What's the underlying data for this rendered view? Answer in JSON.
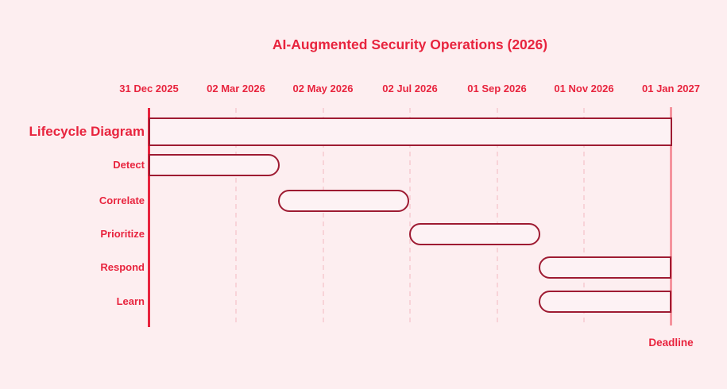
{
  "colors": {
    "background": "#fdeef0",
    "text": "#e8243e",
    "bar_border": "#9e1b32",
    "bar_fill": "#fdf2f4",
    "axis_line": "#e8243e",
    "deadline_line": "#f5939d",
    "gridline": "#f8d3d8"
  },
  "chart_data": {
    "type": "gantt",
    "title": "AI-Augmented Security Operations (2026)",
    "axis": {
      "start": "2025-12-31",
      "end": "2027-01-01",
      "ticks": [
        {
          "label": "31 Dec 2025",
          "date": "2025-12-31",
          "grid": false
        },
        {
          "label": "02 Mar 2026",
          "date": "2026-03-02",
          "grid": true
        },
        {
          "label": "02 May 2026",
          "date": "2026-05-02",
          "grid": true
        },
        {
          "label": "02 Jul 2026",
          "date": "2026-07-02",
          "grid": true
        },
        {
          "label": "01 Sep 2026",
          "date": "2026-09-01",
          "grid": true
        },
        {
          "label": "01 Nov 2026",
          "date": "2026-11-01",
          "grid": true
        },
        {
          "label": "01 Jan 2027",
          "date": "2027-01-01",
          "grid": false
        }
      ]
    },
    "tasks": [
      {
        "label": "Lifecycle Diagram",
        "start": "2025-12-31",
        "end": "2027-01-01",
        "kind": "summary"
      },
      {
        "label": "Detect",
        "start": "2025-12-31",
        "end": "2026-04-01",
        "kind": "task"
      },
      {
        "label": "Correlate",
        "start": "2026-04-01",
        "end": "2026-07-01",
        "kind": "task"
      },
      {
        "label": "Prioritize",
        "start": "2026-07-02",
        "end": "2026-10-01",
        "kind": "task"
      },
      {
        "label": "Respond",
        "start": "2026-10-01",
        "end": "2027-01-01",
        "kind": "task"
      },
      {
        "label": "Learn",
        "start": "2026-10-01",
        "end": "2027-01-01",
        "kind": "task"
      }
    ],
    "deadline": {
      "label": "Deadline",
      "date": "2027-01-01"
    }
  }
}
